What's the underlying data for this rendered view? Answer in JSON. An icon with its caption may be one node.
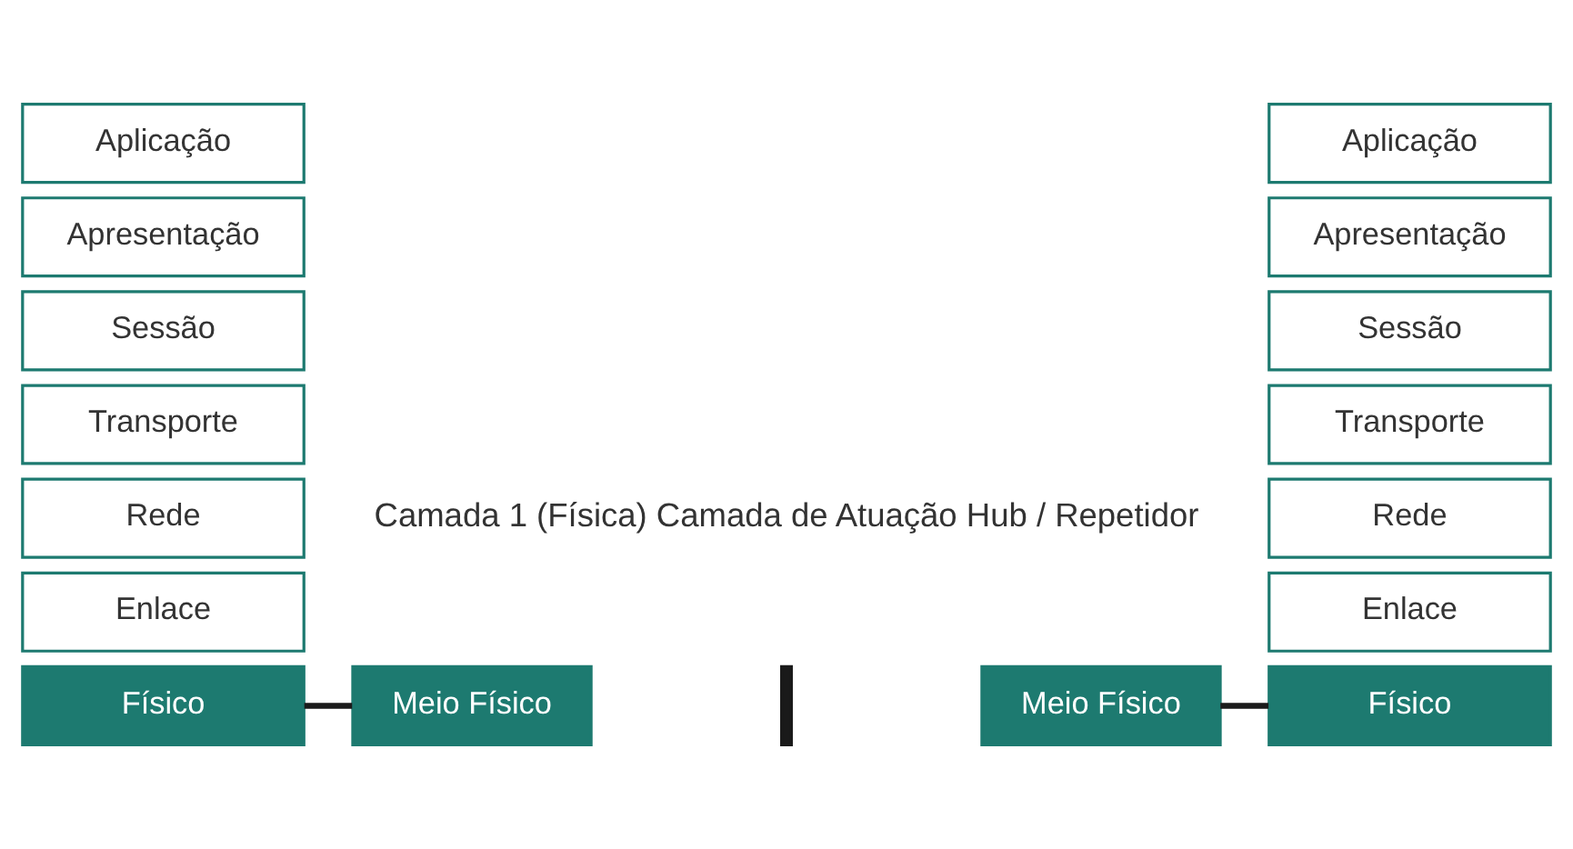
{
  "diagram": {
    "nodes": [
      {
        "text": [
          "Aplicação"
        ]
      },
      {
        "text": [
          "Apresentação"
        ]
      },
      {
        "text": [
          "Sessão"
        ]
      },
      {
        "text": [
          "Transporte"
        ]
      },
      {
        "text": [
          "Rede"
        ]
      },
      {
        "text": [
          "Enlace"
        ]
      },
      {
        "text": [
          "Físico"
        ]
      },
      {
        "text": [
          "Meio Físico"
        ]
      },
      {
        "text": [],
        "shape": "bar"
      },
      {
        "text": [
          "Meio Físico"
        ]
      },
      {
        "text": [
          "Aplicação"
        ]
      },
      {
        "text": [
          "Apresentação"
        ]
      },
      {
        "text": [
          "Sessão"
        ]
      },
      {
        "text": [
          "Transporte"
        ]
      },
      {
        "text": [
          "Rede"
        ]
      },
      {
        "text": [
          "Enlace"
        ]
      },
      {
        "text": [
          "Físico"
        ]
      }
    ],
    "edges": [
      {
        "from": 6,
        "to": 7,
        "arrow": "none"
      },
      {
        "from": 9,
        "to": 16,
        "arrow": "none"
      }
    ],
    "labels": [
      "Camada 1 (Física) Camada de Atuação Hub / Repetidor"
    ]
  }
}
